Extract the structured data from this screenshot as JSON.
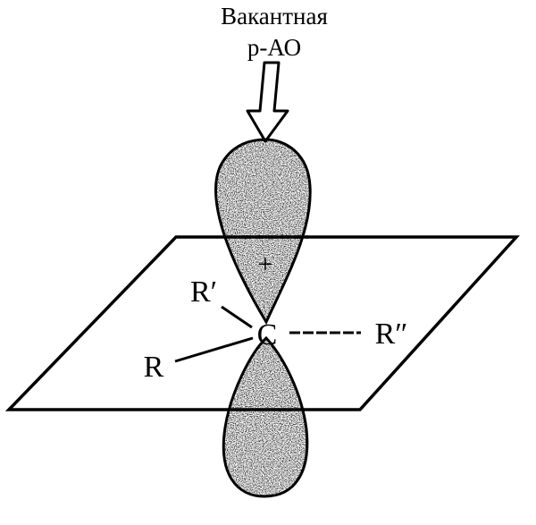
{
  "diagram": {
    "caption_line1": "Вакантная",
    "caption_line2": "р-АО",
    "charge": "+",
    "central_atom": "C",
    "substituent_r": "R",
    "substituent_r1": "R′",
    "substituent_r2": "R″"
  },
  "colors": {
    "ink": "#000000",
    "background": "#ffffff"
  }
}
